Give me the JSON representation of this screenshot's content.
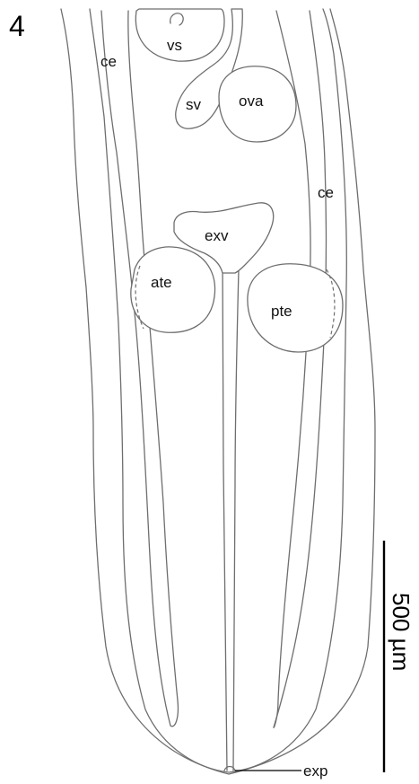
{
  "figure": {
    "panel_number": "4",
    "labels": {
      "vs": "vs",
      "ce_left": "ce",
      "sv": "sv",
      "ova": "ova",
      "ce_right": "ce",
      "exv": "exv",
      "ate": "ate",
      "pte": "pte",
      "exp": "exp"
    },
    "scale_bar": {
      "label": "500 µm"
    },
    "colors": {
      "outline": "#6e6e6e",
      "text": "#111111",
      "background": "#ffffff"
    }
  }
}
